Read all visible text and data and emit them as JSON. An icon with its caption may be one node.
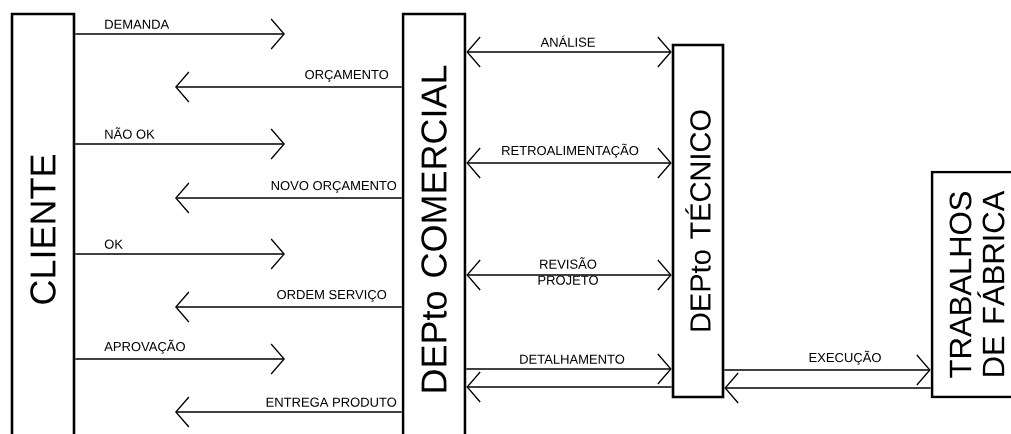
{
  "diagram": {
    "nodes": [
      {
        "text": [
          "CLIENTE"
        ]
      },
      {
        "text": [
          "DEPto COMERCIAL"
        ]
      },
      {
        "text": [
          "DEPto TÉCNICO"
        ]
      },
      {
        "text": [
          "TRABALHOS DE FÁBRICA"
        ]
      }
    ],
    "edges": [
      {
        "from": 0,
        "to": null,
        "arrow": "to",
        "label": "DEMANDA"
      },
      {
        "from": 1,
        "to": null,
        "arrow": "to",
        "label": "ORÇAMENTO"
      },
      {
        "from": 0,
        "to": null,
        "arrow": "to",
        "label": "NÃO OK"
      },
      {
        "from": 1,
        "to": null,
        "arrow": "to",
        "label": "NOVO ORÇAMENTO"
      },
      {
        "from": 0,
        "to": null,
        "arrow": "to",
        "label": "OK"
      },
      {
        "from": 1,
        "to": null,
        "arrow": "to",
        "label": "ORDEM SERVIÇO"
      },
      {
        "from": 0,
        "to": null,
        "arrow": "to",
        "label": "APROVAÇÃO"
      },
      {
        "from": 1,
        "to": null,
        "arrow": "to",
        "label": "ENTREGA PRODUTO"
      },
      {
        "from": 1,
        "to": 2,
        "arrow": "both",
        "label": "ANÁLISE"
      },
      {
        "from": 1,
        "to": 2,
        "arrow": "both",
        "label": "RETROALIMENTAÇÃO"
      },
      {
        "from": 1,
        "to": 2,
        "arrow": "both",
        "label": "REVISÃO PROJETO"
      },
      {
        "from": 1,
        "to": 2,
        "arrow": "to",
        "label": "DETALHAMENTO"
      },
      {
        "from": 2,
        "to": 1,
        "arrow": "to"
      },
      {
        "from": 2,
        "to": 3,
        "arrow": "to",
        "label": "EXECUÇÃO"
      },
      {
        "from": 3,
        "to": 2,
        "arrow": "to"
      }
    ]
  }
}
